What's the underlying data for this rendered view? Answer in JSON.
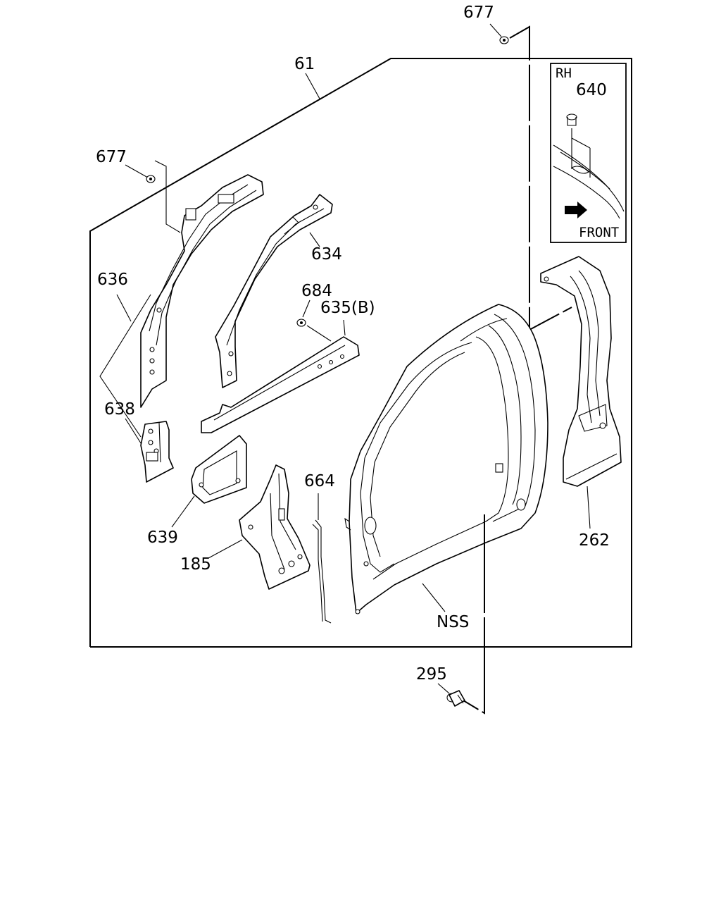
{
  "callouts": {
    "p677_top": "677",
    "p61": "61",
    "p640": "640",
    "inset_rh": "RH",
    "inset_front": "FRONT",
    "p677_left": "677",
    "p636": "636",
    "p634": "634",
    "p684": "684",
    "p635b": "635(B)",
    "p638": "638",
    "p664": "664",
    "p639": "639",
    "p185": "185",
    "pNSS": "NSS",
    "p262": "262",
    "p295": "295"
  },
  "colors": {
    "line": "#000000",
    "background": "#ffffff"
  },
  "icons": [
    "front-arrow-icon",
    "bolt-icon",
    "nut-icon"
  ]
}
